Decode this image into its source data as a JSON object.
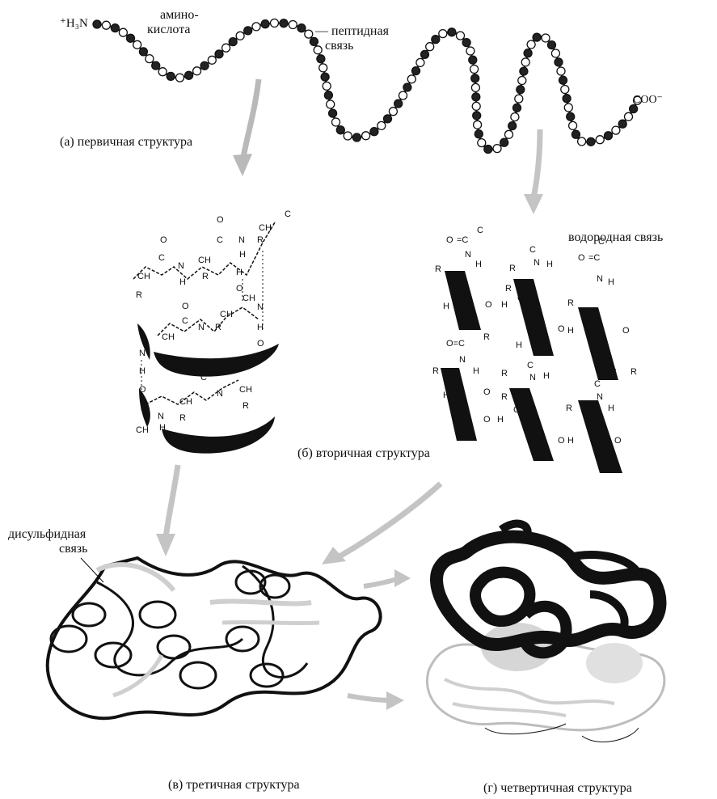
{
  "labels": {
    "n_terminus": "⁺H₃N",
    "c_terminus": "COO⁻",
    "amino_acid_line1": "амино-",
    "amino_acid_line2": "кислота",
    "peptide_bond_line1": "— пептидная",
    "peptide_bond_line2": "связь",
    "primary": "(а) первичная структура",
    "hydrogen_bond": "водородная связь",
    "secondary": "(б) вторичная структура",
    "disulfide_line1": "дисульфидная",
    "disulfide_line2": "связь",
    "tertiary": "(в) третичная структура",
    "quaternary": "(г) четвертичная структура"
  },
  "colors": {
    "ink": "#111111",
    "bead": "#222222",
    "arrow": "#b9b9b9",
    "light_strand": "#d8d8d8"
  },
  "icons": [
    "primary-chain",
    "alpha-helix",
    "beta-sheet",
    "tertiary-fold",
    "quaternary-complex"
  ]
}
